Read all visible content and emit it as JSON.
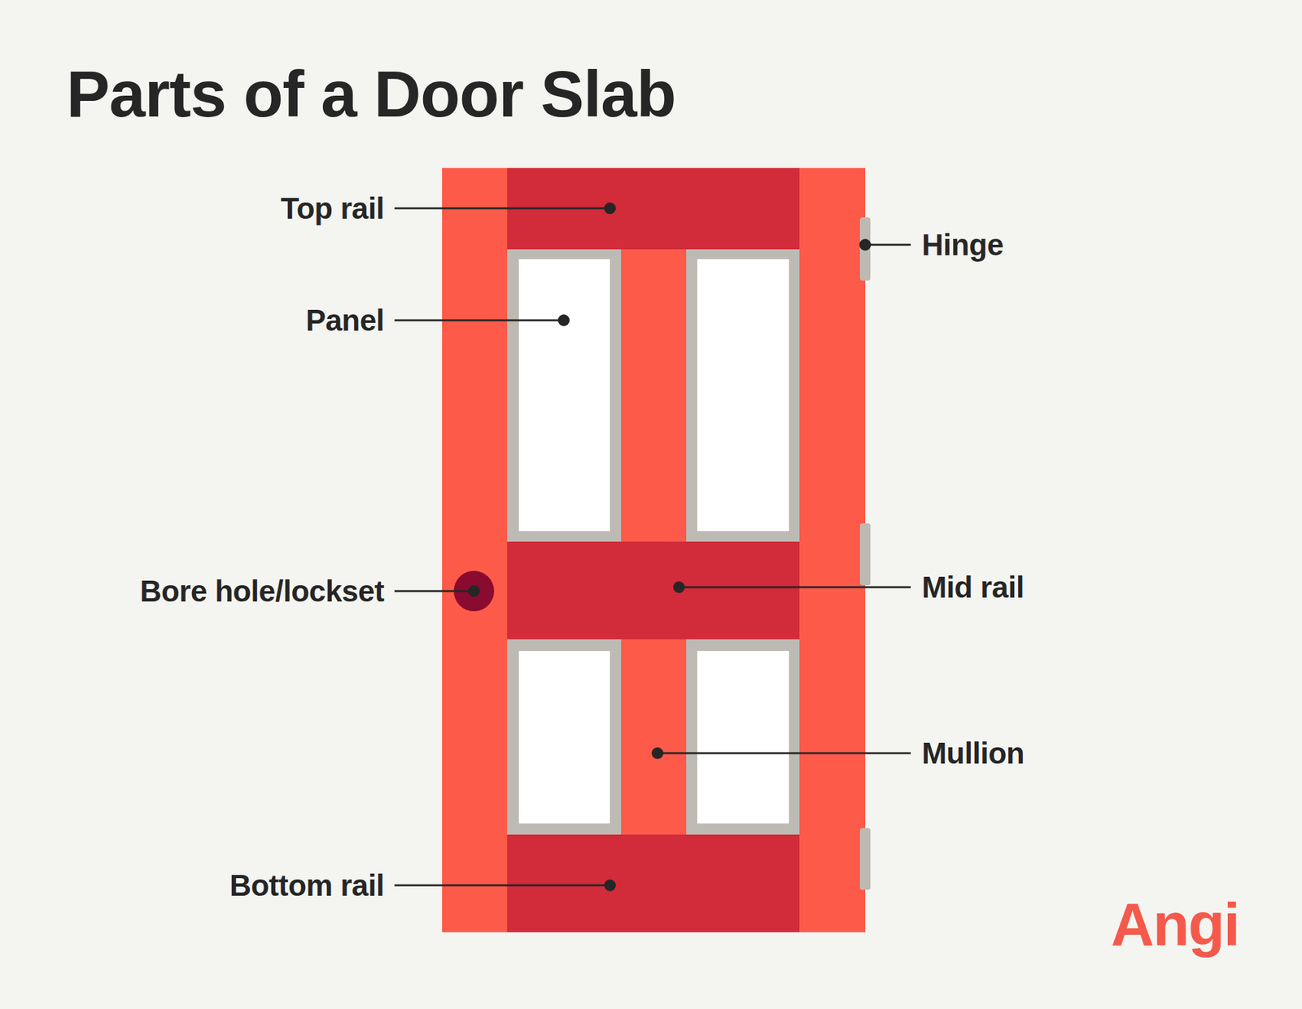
{
  "diagram": {
    "title": "Parts of a Door Slab",
    "labels": [
      "Top rail",
      "Panel",
      "Bore hole/lockset",
      "Bottom rail",
      "Hinge",
      "Mid rail",
      "Mullion",
      "Angi"
    ]
  }
}
